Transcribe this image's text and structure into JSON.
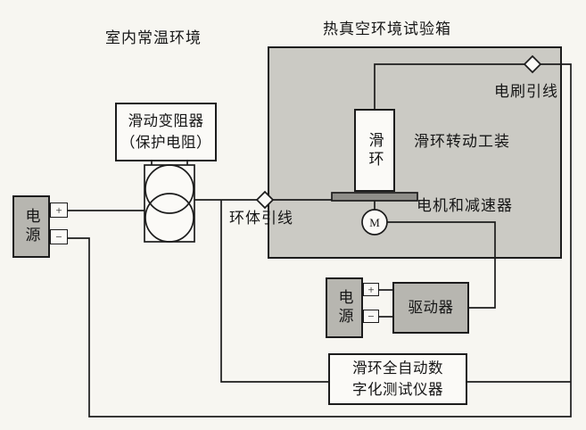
{
  "labels": {
    "room_env": "室内常温环境",
    "chamber_title": "热真空环境试验箱",
    "fixture": "滑环转动工装",
    "motor_reducer": "电机和减速器",
    "brush_lead": "电刷引线",
    "ring_lead": "环体引线"
  },
  "boxes": {
    "rheostat": {
      "line1": "滑动变阻器",
      "line2": "（保护电阻）"
    },
    "power_left": {
      "name": "电源",
      "plus": "+",
      "minus": "−"
    },
    "power_bottom": {
      "name": "电源",
      "plus": "+",
      "minus": "−"
    },
    "slip_ring": {
      "name": "滑环"
    },
    "driver": {
      "name": "驱动器"
    },
    "tester": {
      "line1": "滑环全自动数",
      "line2": "字化测试仪器"
    },
    "motor": {
      "symbol": "M"
    }
  },
  "colors": {
    "paper": "#f7f6f1",
    "chamber_fill": "#cbcac4",
    "component_fill": "#b7b6b0",
    "box_fill": "#fbfaf7",
    "line": "#1c1c1c",
    "platform_fill": "#8f8e89"
  }
}
